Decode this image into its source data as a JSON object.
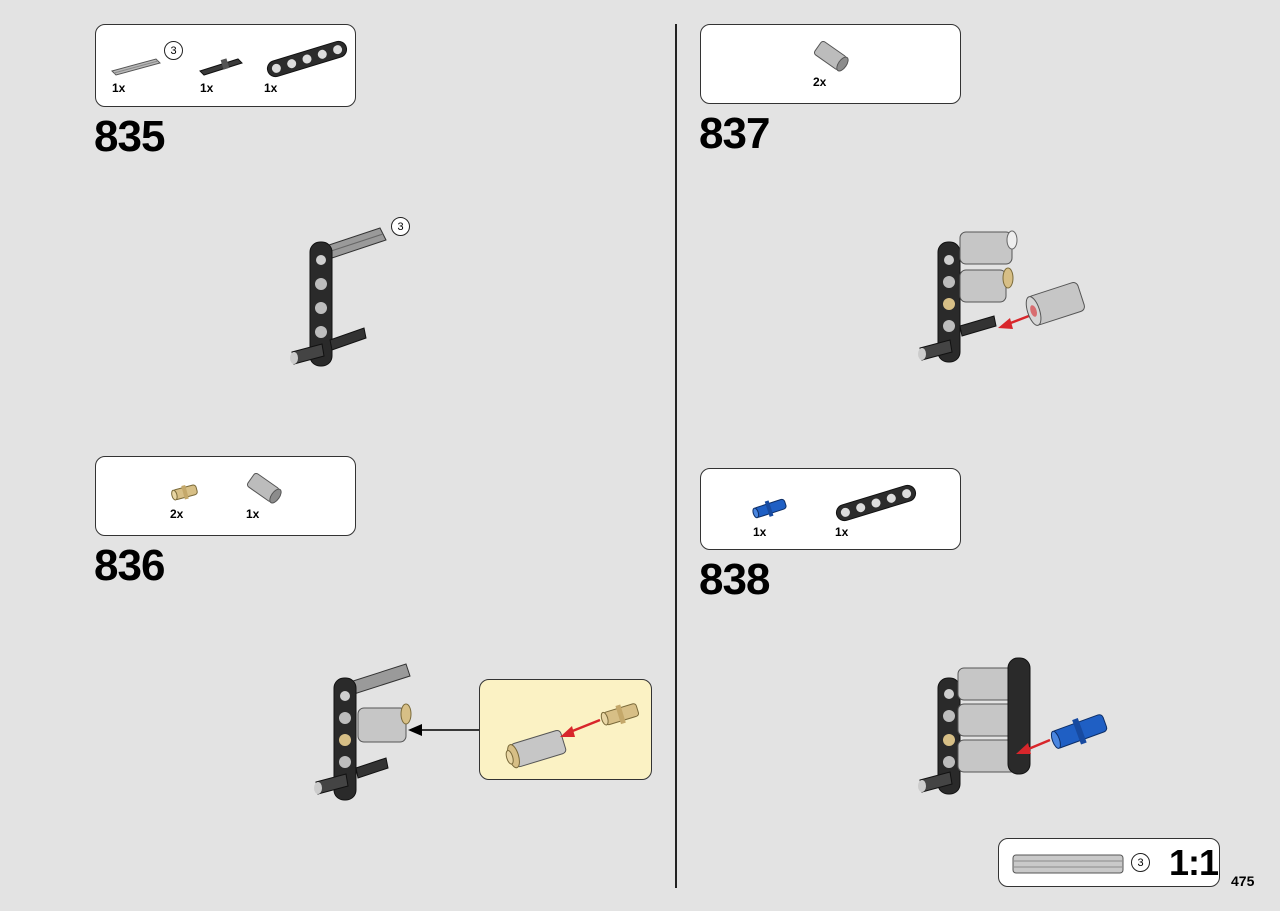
{
  "steps": [
    {
      "number": "835",
      "parts": [
        {
          "name": "axle-3",
          "qty": "1x",
          "length_mark": "3"
        },
        {
          "name": "axle-with-stop",
          "qty": "1x"
        },
        {
          "name": "beam-5",
          "qty": "1x"
        }
      ],
      "callout_mark": "3"
    },
    {
      "number": "836",
      "parts": [
        {
          "name": "tan-pin",
          "qty": "2x"
        },
        {
          "name": "grey-tube",
          "qty": "1x"
        }
      ]
    },
    {
      "number": "837",
      "parts": [
        {
          "name": "grey-tube",
          "qty": "2x"
        }
      ]
    },
    {
      "number": "838",
      "parts": [
        {
          "name": "blue-pin",
          "qty": "1x"
        },
        {
          "name": "beam-5",
          "qty": "1x"
        }
      ]
    }
  ],
  "scale_box": {
    "length_mark": "3",
    "ratio": "1:1"
  },
  "page_number": "475",
  "colors": {
    "background": "#e3e3e3",
    "callout": "#fbf2c4",
    "arrow_red": "#d8262b",
    "blue_pin": "#1f5fc4",
    "tan": "#d7bf86"
  }
}
